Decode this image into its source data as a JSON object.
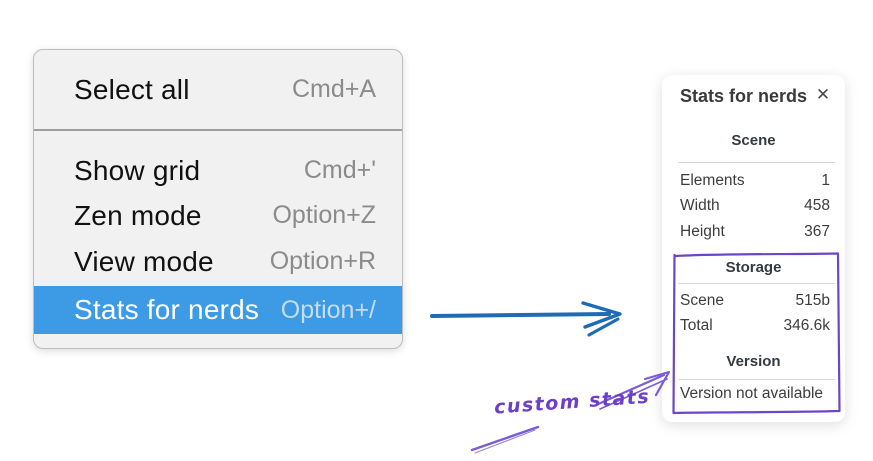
{
  "menu": {
    "items": [
      {
        "label": "Select all",
        "shortcut": "Cmd+A"
      },
      {
        "label": "Show grid",
        "shortcut": "Cmd+'"
      },
      {
        "label": "Zen mode",
        "shortcut": "Option+Z"
      },
      {
        "label": "View mode",
        "shortcut": "Option+R"
      },
      {
        "label": "Stats for nerds",
        "shortcut": "Option+/"
      }
    ],
    "highlighted_item": "Stats for nerds",
    "highlight_color": "#3d9ae4"
  },
  "stats_panel": {
    "title": "Stats for nerds",
    "close_icon": "✕",
    "scene_section": {
      "header": "Scene",
      "rows": [
        {
          "label": "Elements",
          "value": "1"
        },
        {
          "label": "Width",
          "value": "458"
        },
        {
          "label": "Height",
          "value": "367"
        }
      ]
    },
    "storage_section": {
      "header": "Storage",
      "rows": [
        {
          "label": "Scene",
          "value": "515b"
        },
        {
          "label": "Total",
          "value": "346.6k"
        }
      ]
    },
    "version_section": {
      "header": "Version",
      "note": "Version not available"
    }
  },
  "annotations": {
    "custom_stats_label": "custom stats",
    "annotation_color": "#6b46c8",
    "arrow_color": "#1f6bb5"
  }
}
